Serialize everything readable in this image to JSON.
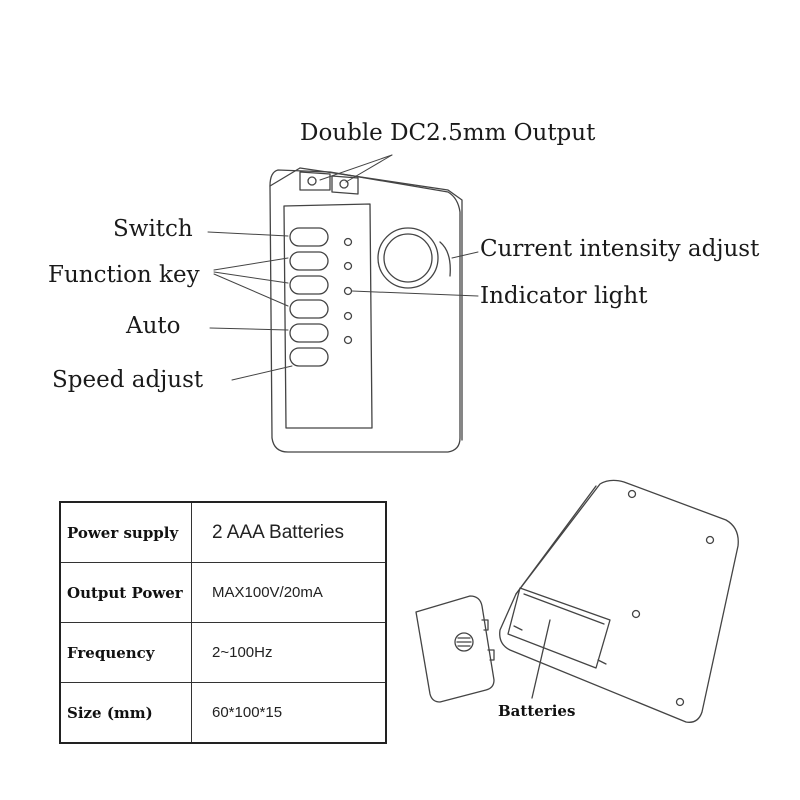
{
  "labels": {
    "output": "Double DC2.5mm Output",
    "switch": "Switch",
    "function_key": "Function key",
    "auto": "Auto",
    "speed": "Speed adjust",
    "intensity": "Current intensity adjust",
    "indicator": "Indicator light",
    "batteries": "Batteries"
  },
  "specs": [
    {
      "key": "Power supply",
      "value": "2 AAA Batteries"
    },
    {
      "key": "Output Power",
      "value": "MAX100V/20mA"
    },
    {
      "key": "Frequency",
      "value": "2~100Hz"
    },
    {
      "key": "Size (mm)",
      "value": "60*100*15"
    }
  ],
  "colors": {
    "line": "#444444",
    "text": "#1a1a1a"
  }
}
